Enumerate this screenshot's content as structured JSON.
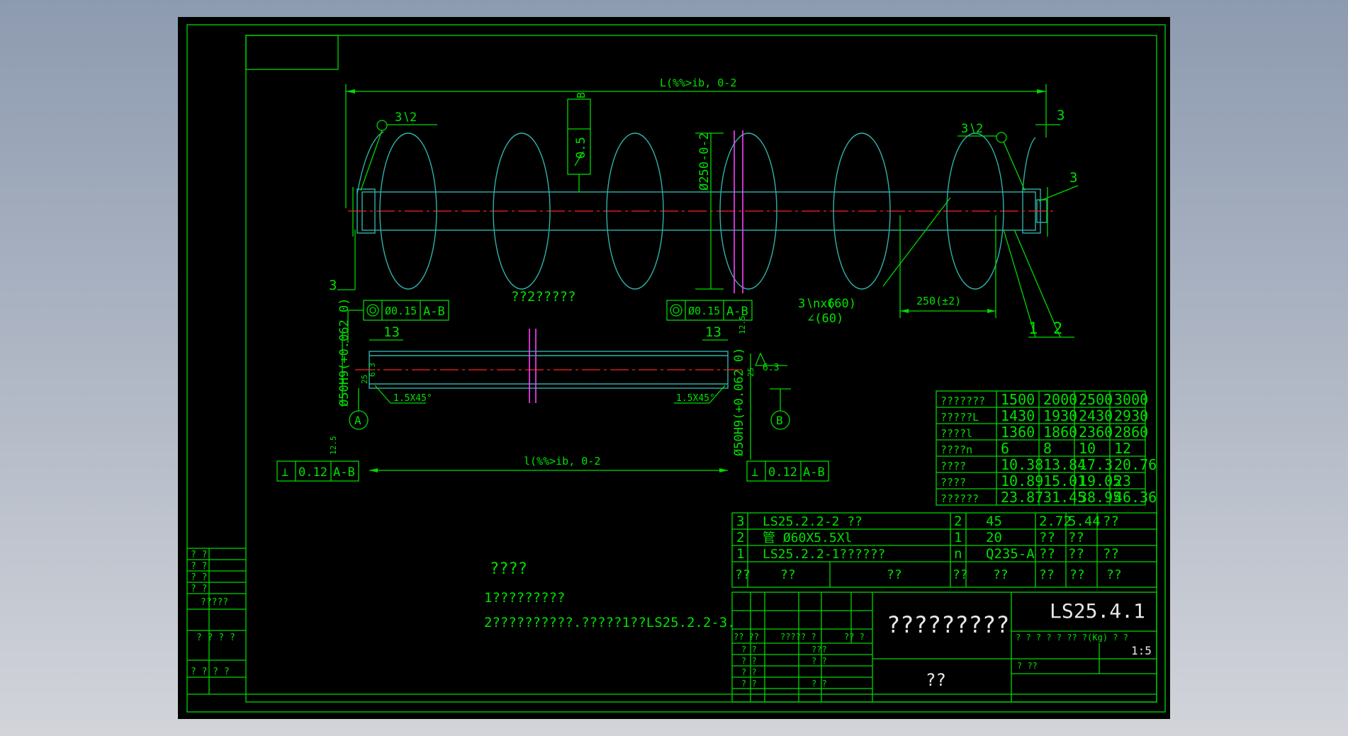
{
  "colors": {
    "border": "#00d800",
    "text": "#00e000",
    "part": "#30b0a8",
    "center": "#ff2020",
    "section": "#ff40ff",
    "title": "#e8e8e8"
  },
  "dims": {
    "overall_length": "L(%%>ib, 0-2",
    "weld_left": "3∖2",
    "weld_right": "3∖2",
    "d_flight": "Ø250-0-2",
    "runout": "0.5",
    "datum_b": "B",
    "three_a": "3",
    "three_b": "3",
    "three_c": "3",
    "three_n": "3∖nx6",
    "angle1": "(60)",
    "angle2": "∠(60)",
    "pitch": "250(±2)",
    "callout_1": "1",
    "callout_2": "2",
    "main_caption": "??2?????",
    "gtol_val": "Ø0.15",
    "gtol_ref": "A-B",
    "gtol_val2": "Ø0.15",
    "gtol_ref2": "A-B",
    "pipe_len": "l(%%>ib, 0-2",
    "chamfer_l": "1.5X45°",
    "chamfer_r": "1.5X45°",
    "bore_l": "Ø50H9(+0.062 0)",
    "bore_r": "Ø50H9(+0.062 0)",
    "thirteen_l": "13",
    "thirteen_r": "13",
    "rough_1": "6.3",
    "rough_2": "6.3",
    "rough_3": "12.5",
    "rough_4": "12.5",
    "rough_5": "25",
    "rough_6": "25",
    "datum_a": "A",
    "datum_b2": "B",
    "perp_l": "⊥",
    "perp_l_val": "0.12",
    "perp_l_ref": "A-B",
    "perp_r": "⊥",
    "perp_r_val": "0.12",
    "perp_r_ref": "A-B"
  },
  "spec_table": [
    [
      "???????",
      "1500",
      "2000",
      "2500",
      "3000"
    ],
    [
      "?????L",
      "1430",
      "1930",
      "2430",
      "2930"
    ],
    [
      "????l",
      "1360",
      "1860",
      "2360",
      "2860"
    ],
    [
      "????n",
      "6",
      "8",
      "10",
      "12"
    ],
    [
      "????",
      "10.38",
      "13.84",
      "17.3",
      "20.76"
    ],
    [
      "????",
      "10.89",
      "15.01",
      "19.05",
      "23"
    ],
    [
      "??????",
      "23.87",
      "31.45",
      "38.95",
      "46.36"
    ]
  ],
  "notes": {
    "heading": "????",
    "line1": "1?????????",
    "line2": "2??????????.?????1??LS25.2.2-3."
  },
  "bom": [
    {
      "no": "3",
      "code": "LS25.2.2-2  ??",
      "qty": "2",
      "mat": "45",
      "w1": "2.72",
      "w2": "5.44",
      "rem": "??"
    },
    {
      "no": "2",
      "code": "管 Ø60X5.5Xl",
      "qty": "1",
      "mat": "20",
      "w1": "??",
      "w2": "??",
      "rem": ""
    },
    {
      "no": "1",
      "code": "LS25.2.2-1??????",
      "qty": "n",
      "mat": "Q235-A",
      "w1": "??",
      "w2": "??",
      "rem": "??"
    }
  ],
  "bom_header": {
    "no": "??",
    "code": "??",
    "name": "??",
    "qty": "??",
    "mat": "??",
    "w1": "??",
    "w2": "??",
    "rem": "??"
  },
  "title_block": {
    "name": "?????????",
    "drawing_no": "LS25.4.1",
    "scale": "1:5",
    "org": "??",
    "stage_labels": "? ? ? ? ? ?? ?(Kg) ? ?",
    "sheet_info": "?                ??",
    "rev_head_1": "?? ??",
    "rev_head_2": "?????  ?",
    "rev_head_3": "?? ?",
    "sig_rows": [
      [
        "? ?",
        "???"
      ],
      [
        "? ?",
        "? ?"
      ],
      [
        "? ?",
        ""
      ],
      [
        "? ?",
        "? ?"
      ]
    ]
  },
  "side_block": {
    "r1": "? ?",
    "r2": "? ?",
    "r3": "? ?",
    "r4": "? ?",
    "r5": "?????",
    "r6": "? ? ? ?",
    "r7": "? ? ?  ?"
  }
}
